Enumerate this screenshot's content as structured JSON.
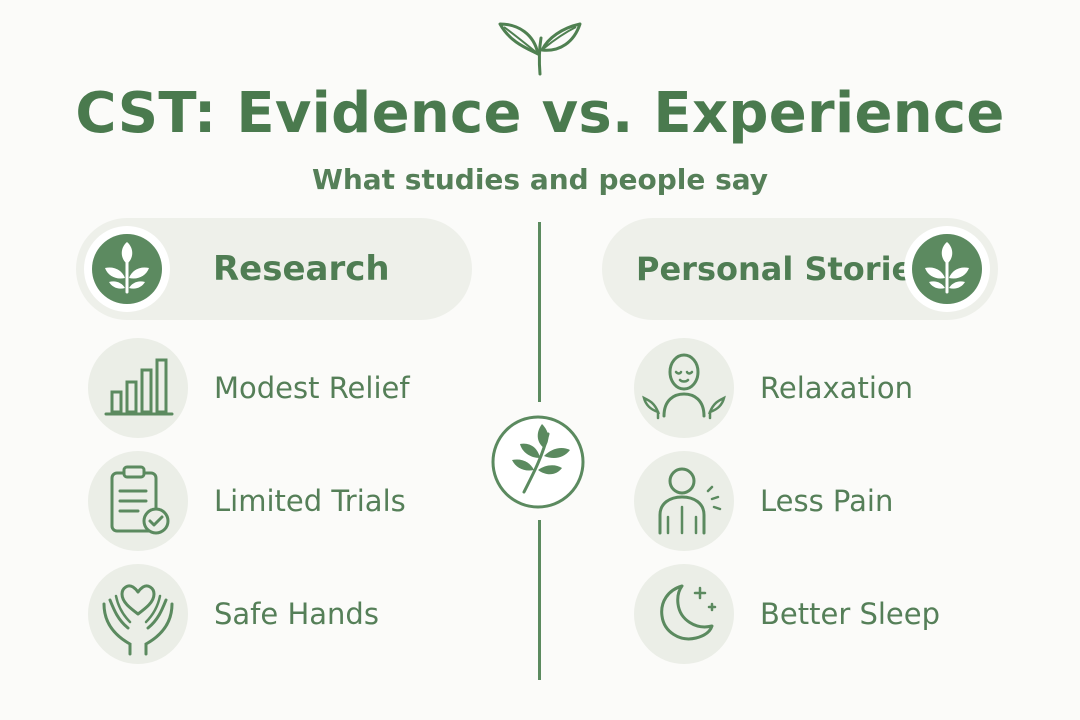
{
  "header": {
    "title": "CST: Evidence vs. Experience",
    "subtitle": "What studies and people say",
    "top_icon": "sprout-icon"
  },
  "left_column": {
    "label": "Research",
    "header_icon": "leaf-sprout-icon",
    "items": [
      {
        "label": "Modest Relief",
        "icon": "bar-chart-icon"
      },
      {
        "label": "Limited Trials",
        "icon": "clipboard-check-icon"
      },
      {
        "label": "Safe Hands",
        "icon": "hands-heart-icon"
      }
    ]
  },
  "center": {
    "icon": "leaf-branch-icon"
  },
  "right_column": {
    "label": "Personal Stories",
    "header_icon": "leaf-sprout-icon",
    "items": [
      {
        "label": "Relaxation",
        "icon": "calm-face-icon"
      },
      {
        "label": "Less Pain",
        "icon": "shoulder-pain-icon"
      },
      {
        "label": "Better Sleep",
        "icon": "moon-stars-icon"
      }
    ]
  },
  "colors": {
    "primary": "#5c8a60",
    "title": "#4a7a4e",
    "pill_bg": "#eef0ea",
    "icon_bg": "#ebeee7",
    "background": "#fbfbf9"
  }
}
